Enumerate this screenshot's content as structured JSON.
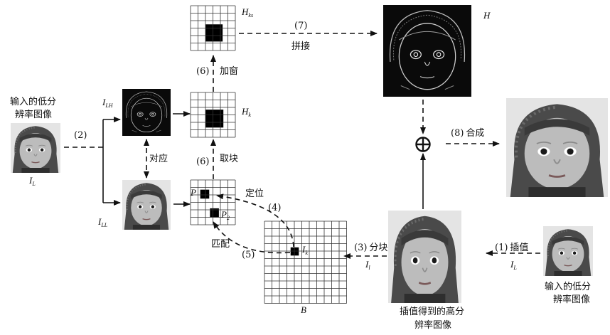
{
  "input_image": {
    "caption_line1": "输入的低分",
    "caption_line2": "辨率图像",
    "symbol": "I",
    "symbol_sub": "L"
  },
  "interpolated_image": {
    "caption_line1": "插值得到的高分",
    "caption_line2": "辨率图像"
  },
  "result": {
    "symbol": "H"
  },
  "features": {
    "lh_symbol": "I",
    "lh_sub": "LH",
    "ll_symbol": "I",
    "ll_sub": "LL",
    "correspond_label": "对应"
  },
  "grids": {
    "hks_symbol": "H",
    "hks_sub": "ks",
    "hk_symbol": "H",
    "hk_sub": "k",
    "b_symbol": "B",
    "p_symbol": "P",
    "p2_symbol": "P",
    "p2_sub": "2",
    "ik_symbol": "I",
    "ik_sub": "k"
  },
  "steps": {
    "s1": {
      "num": "(1)",
      "text": "插值",
      "symbol": "I",
      "symbol_sub": "L"
    },
    "s2": {
      "num": "(2)"
    },
    "s3": {
      "num": "(3)",
      "text": "分块",
      "symbol": "I",
      "symbol_sub": "l"
    },
    "s4": {
      "num": "(4)",
      "text": "定位"
    },
    "s5": {
      "num": "(5)",
      "text": "匹配"
    },
    "s6a": {
      "num": "(6)",
      "text": "取块"
    },
    "s6b": {
      "num": "(6)",
      "text": "加窗"
    },
    "s7": {
      "num": "(7)",
      "text": "拼接"
    },
    "s8": {
      "num": "(8)",
      "text": "合成"
    }
  },
  "colors": {
    "stroke": "#111111",
    "dark_bg": "#0a0a0a",
    "skin": "#b9b9b9",
    "hat": "#4a4a4a"
  }
}
